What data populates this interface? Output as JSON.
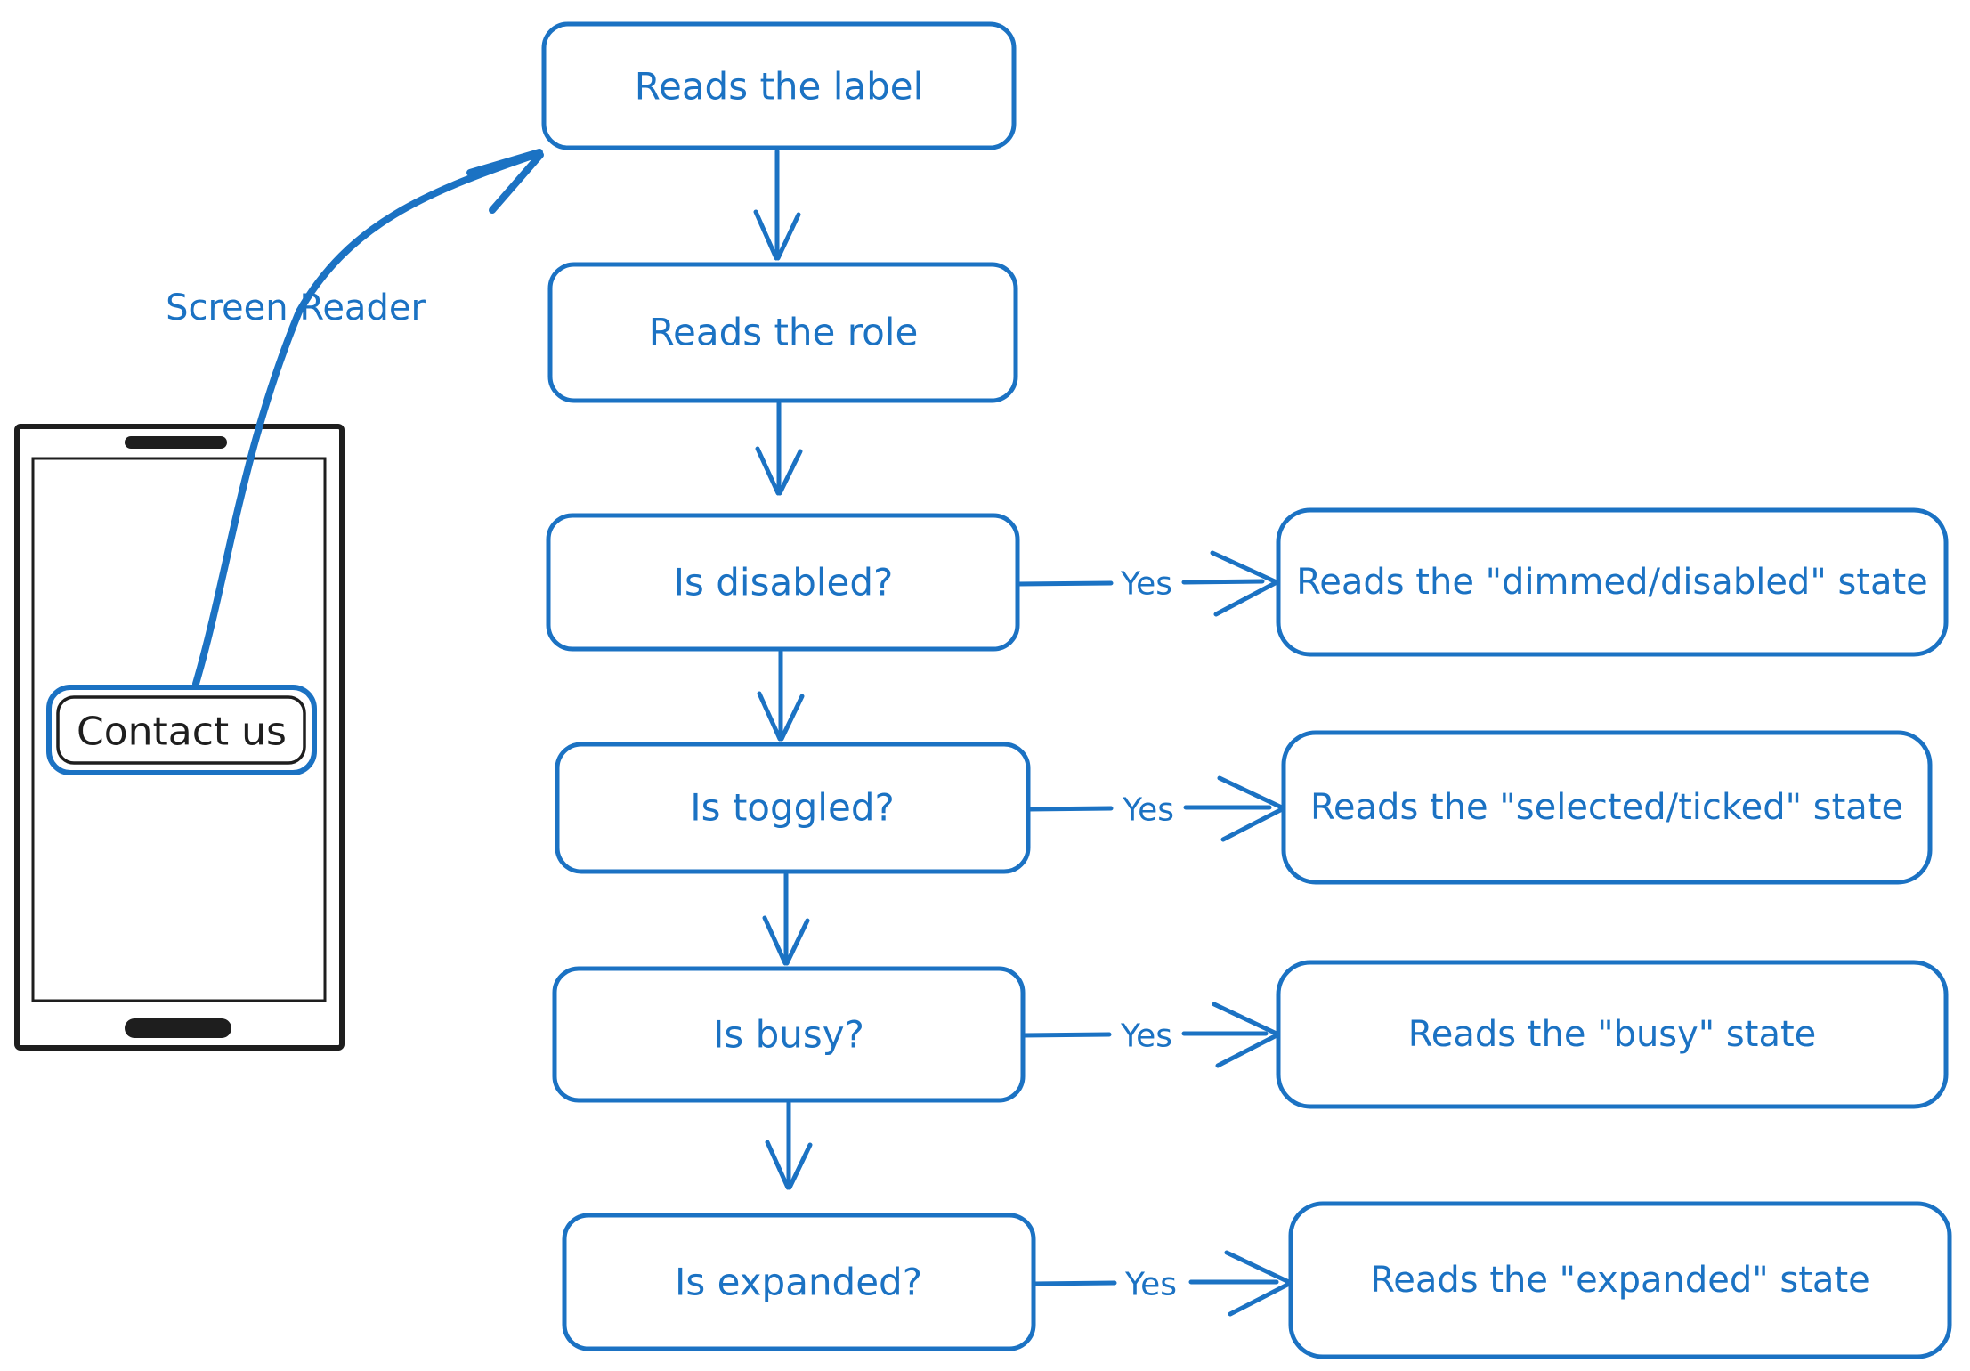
{
  "colors": {
    "accent": "#1b72c3",
    "ink": "#1e1e1e",
    "background": "#ffffff"
  },
  "annotation": {
    "screen_reader": "Screen Reader"
  },
  "phone": {
    "button_label": "Contact us"
  },
  "flow": {
    "nodes": [
      {
        "id": "reads-label",
        "text": "Reads the label"
      },
      {
        "id": "reads-role",
        "text": "Reads the role"
      },
      {
        "id": "is-disabled",
        "text": "Is disabled?"
      },
      {
        "id": "is-toggled",
        "text": "Is toggled?"
      },
      {
        "id": "is-busy",
        "text": "Is busy?"
      },
      {
        "id": "is-expanded",
        "text": "Is expanded?"
      },
      {
        "id": "reads-dimmed-disabled-state",
        "text": "Reads the \"dimmed/disabled\" state"
      },
      {
        "id": "reads-selected-ticked-state",
        "text": "Reads the \"selected/ticked\" state"
      },
      {
        "id": "reads-busy-state",
        "text": "Reads the \"busy\" state"
      },
      {
        "id": "reads-expanded-state",
        "text": "Reads the \"expanded\" state"
      }
    ],
    "edges": [
      {
        "from": "contact-us-button",
        "to": "reads-label"
      },
      {
        "from": "reads-label",
        "to": "reads-role"
      },
      {
        "from": "reads-role",
        "to": "is-disabled"
      },
      {
        "from": "is-disabled",
        "to": "is-toggled"
      },
      {
        "from": "is-toggled",
        "to": "is-busy"
      },
      {
        "from": "is-busy",
        "to": "is-expanded"
      },
      {
        "from": "is-disabled",
        "to": "reads-dimmed-disabled-state",
        "label": "Yes"
      },
      {
        "from": "is-toggled",
        "to": "reads-selected-ticked-state",
        "label": "Yes"
      },
      {
        "from": "is-busy",
        "to": "reads-busy-state",
        "label": "Yes"
      },
      {
        "from": "is-expanded",
        "to": "reads-expanded-state",
        "label": "Yes"
      }
    ]
  }
}
